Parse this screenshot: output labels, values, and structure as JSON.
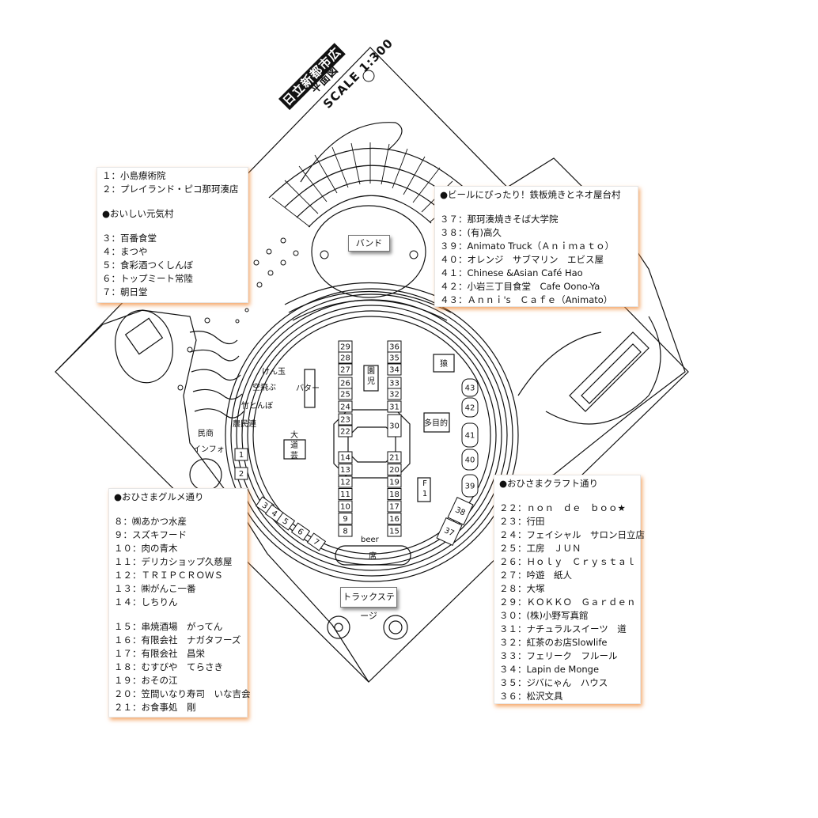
{
  "title": {
    "main": "日立新都市広場",
    "sub": "平面図",
    "scale": "SCALE 1:300"
  },
  "stages": {
    "band": "バンド",
    "truck": "トラックステージ"
  },
  "map_labels": {
    "kendama": "けん玉",
    "kuuhibu": "空飛ぶ",
    "taketonbo": "竹とんぼ",
    "noumin": "農民連",
    "minsho": "民商",
    "info": "インフォ",
    "butter": "バター",
    "daidougei": "大道芸",
    "enji": "園児",
    "saru": "猿",
    "tamokuteki": "多目的",
    "f1": "F1",
    "beer": "beer",
    "seat": "席"
  },
  "stall_numbers": [
    "1",
    "2",
    "3",
    "4",
    "5",
    "6",
    "7",
    "8",
    "9",
    "10",
    "11",
    "12",
    "13",
    "14",
    "15",
    "16",
    "17",
    "18",
    "19",
    "20",
    "21",
    "22",
    "23",
    "24",
    "25",
    "26",
    "27",
    "28",
    "29",
    "30",
    "31",
    "32",
    "33",
    "34",
    "35",
    "36",
    "37",
    "38",
    "39",
    "40",
    "41",
    "42",
    "43"
  ],
  "panel_left_top": {
    "items_a": [
      "１：小島療術院",
      "２：プレイランド・ピコ那珂湊店"
    ],
    "heading": "●おいしい元気村",
    "items_b": [
      "３：百番食堂",
      "４：まつや",
      "５：食彩酒つくしんぼ",
      "６：トップミート常陸",
      "７：朝日堂"
    ]
  },
  "panel_right_top": {
    "heading": "●ビールにぴったり！鉄板焼きとネオ屋台村",
    "items": [
      "３７：那珂湊焼きそば大学院",
      "３８：(有)高久",
      "３９：Animato Truck（Ａｎｉｍａｔｏ）",
      "４０：オレンジ　サブマリン　エビス屋",
      "４１：Chinese &Asian Café Hao",
      "４２：小岩三丁目食堂　Cafe Oono-Ya",
      "４３：Ａｎｎｉ's　Ｃａｆｅ（Animato）"
    ]
  },
  "panel_left_bottom": {
    "heading": "●おひさまグルメ通り",
    "items_a": [
      "８：㈱あかつ水産",
      "９：スズキフード",
      "１０：肉の青木",
      "１１：デリカショップ久慈屋",
      "１２：ＴＲＩＰＣＲＯＷＳ",
      "１３：㈱がんこ一番",
      "１４：しちりん"
    ],
    "items_b": [
      "１５：串焼酒場　がってん",
      "１６：有限会社　ナガタフーズ",
      "１７：有限会社　昌栄",
      "１８：むすびや　てらさき",
      "１９：おその江",
      "２０：笠間いなり寿司　いな吉会",
      "２１：お食事処　剛"
    ]
  },
  "panel_right_bottom": {
    "heading": "●おひさまクラフト通り",
    "items": [
      "２２：ｎｏｎ　ｄｅ　ｂｏｏ★",
      "２３：行田",
      "２４：フェイシャル　サロン日立店",
      "２５：工房　ＪＵＮ",
      "２６：Ｈｏｌｙ　Ｃｒｙｓｔａｌ",
      "２７：吟遊　紙人",
      "２８：大塚",
      "２９：ＫＯＫＫＯ　Ｇａｒｄｅｎ",
      "３０：(株)小野写真館",
      "３１：ナチュラルスイーツ　道",
      "３２：紅茶のお店Slowlife",
      "３３：フェリーク　フルール",
      "３４：Lapin de Monge",
      "３５：ジバにゃん　ハウス",
      "３６：松沢文具"
    ]
  }
}
